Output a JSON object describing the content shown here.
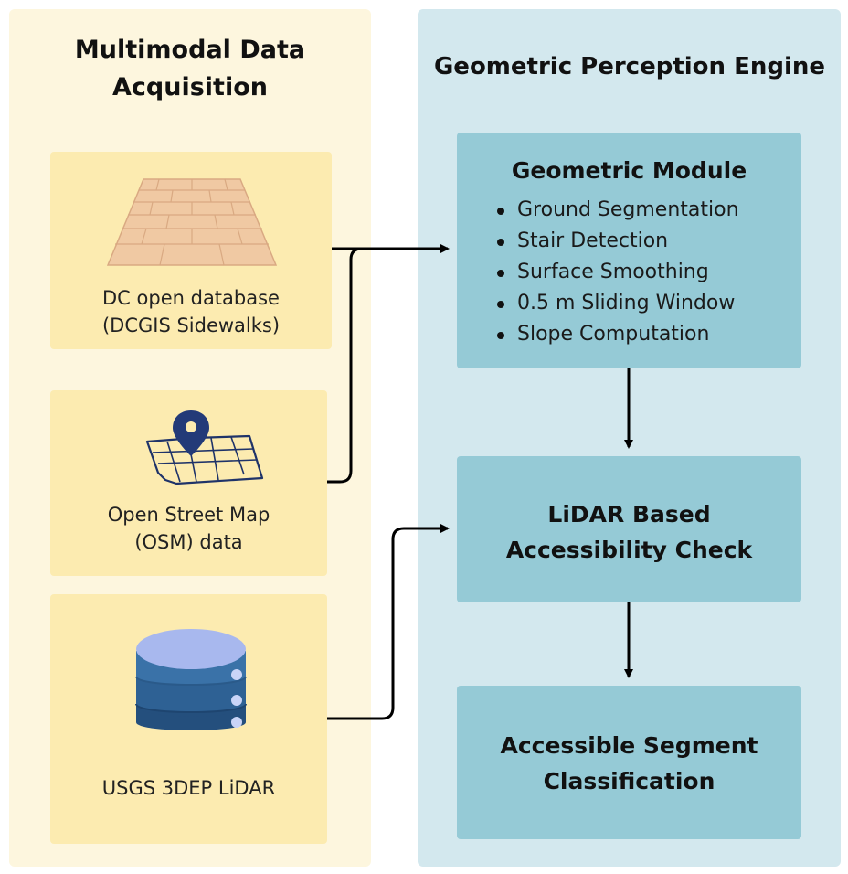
{
  "left_panel": {
    "title_line1": "Multimodal Data",
    "title_line2": "Acquisition"
  },
  "right_panel": {
    "title": "Geometric Perception Engine"
  },
  "sources": [
    {
      "label_line1": "DC open database",
      "label_line2": "(DCGIS Sidewalks)",
      "icon": "sidewalk-icon"
    },
    {
      "label_line1": "Open Street Map",
      "label_line2": "(OSM) data",
      "icon": "map-pin-icon"
    },
    {
      "label_line1": "USGS 3DEP LiDAR",
      "icon": "database-icon"
    }
  ],
  "geometric_module": {
    "title": "Geometric Module",
    "items": [
      "Ground Segmentation",
      "Stair Detection",
      "Surface Smoothing",
      "0.5 m Sliding Window",
      "Slope Computation"
    ]
  },
  "lidar_check": {
    "title_line1": "LiDAR Based",
    "title_line2": "Accessibility Check"
  },
  "classification": {
    "title_line1": "Accessible Segment",
    "title_line2": "Classification"
  },
  "colors": {
    "left_panel_bg": "#fdf6de",
    "source_card_bg": "#fcebb0",
    "right_panel_bg": "#d3e8ee",
    "module_box_bg": "#95cad6",
    "database_blue": "#2f5f91",
    "pin_navy": "#233a78"
  }
}
